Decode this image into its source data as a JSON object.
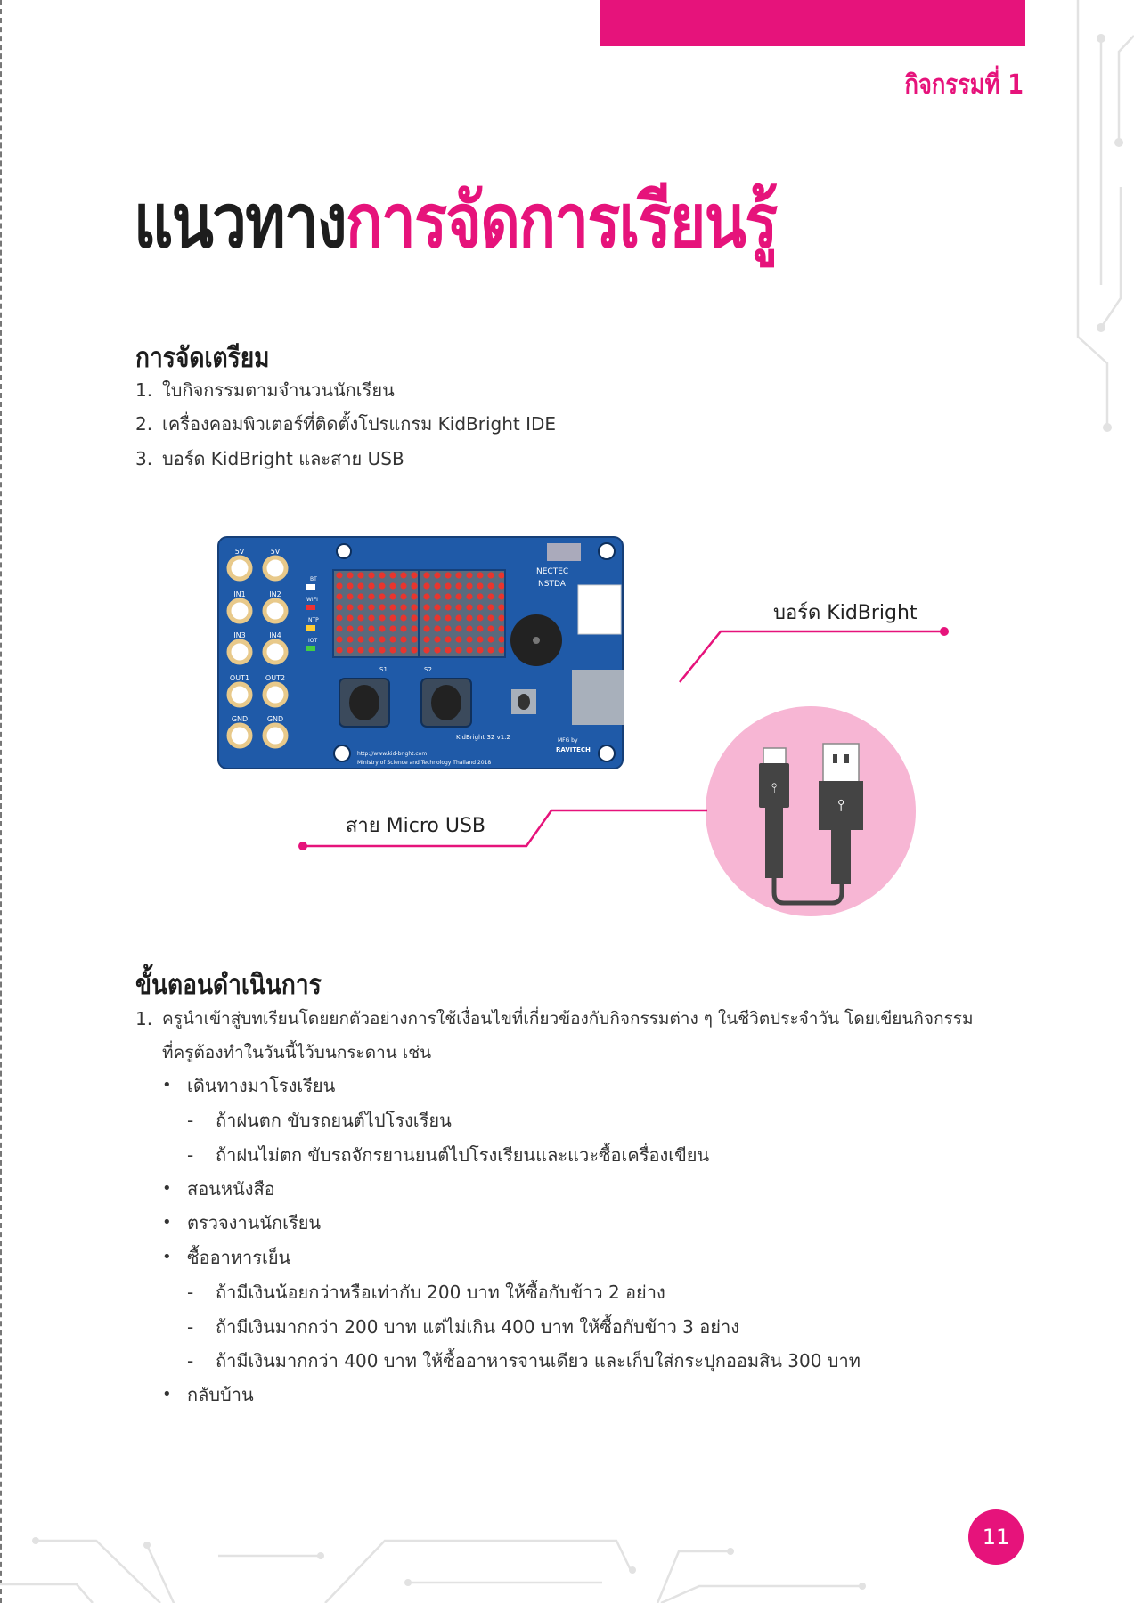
{
  "header": {
    "activity_label": "กิจกรรมที่ 1",
    "accent_color": "#e6137b"
  },
  "title": {
    "part1": "แนวทาง",
    "part2": "การจัดการเรียนรู้"
  },
  "preparation": {
    "heading": "การจัดเตรียม",
    "items": [
      {
        "num": "1.",
        "text": "ใบกิจกรรมตามจำนวนนักเรียน"
      },
      {
        "num": "2.",
        "text": "เครื่องคอมพิวเตอร์ที่ติดตั้งโปรแกรม KidBright IDE"
      },
      {
        "num": "3.",
        "text": "บอร์ด KidBright และสาย USB"
      }
    ]
  },
  "figure": {
    "board_label": "บอร์ด KidBright",
    "cable_label": "สาย Micro USB",
    "board": {
      "pin_labels": [
        "5V",
        "5V",
        "IN1",
        "IN2",
        "IN3",
        "IN4",
        "OUT1",
        "OUT2",
        "GND",
        "GND"
      ],
      "led_labels": [
        "BT",
        "WIFI",
        "NTP",
        "IOT"
      ],
      "brand1": "NECTEC",
      "brand2": "NSTDA",
      "model": "KidBright 32 v1.2",
      "url": "http://www.kid-bright.com",
      "ministry": "Ministry of Science and Technology Thailand 2018",
      "mfg": "MFG by",
      "maker": "RAVITECH",
      "s1": "S1",
      "s2": "S2"
    }
  },
  "procedure": {
    "heading": "ขั้นตอนดำเนินการ",
    "step1_num": "1.",
    "step1_line1": "ครูนำเข้าสู่บทเรียนโดยยกตัวอย่างการใช้เงื่อนไขที่เกี่ยวข้องกับกิจกรรมต่าง ๆ ในชีวิตประจำวัน โดยเขียนกิจกรรม",
    "step1_line2": "ที่ครูต้องทำในวันนี้ไว้บนกระดาน เช่น",
    "lines": [
      {
        "type": "bullet",
        "text": "เดินทางมาโรงเรียน"
      },
      {
        "type": "dash",
        "text": "ถ้าฝนตก ขับรถยนต์ไปโรงเรียน"
      },
      {
        "type": "dash",
        "text": "ถ้าฝนไม่ตก ขับรถจักรยานยนต์ไปโรงเรียนและแวะซื้อเครื่องเขียน"
      },
      {
        "type": "bullet",
        "text": "สอนหนังสือ"
      },
      {
        "type": "bullet",
        "text": "ตรวจงานนักเรียน"
      },
      {
        "type": "bullet",
        "text": "ซื้ออาหารเย็น"
      },
      {
        "type": "dash",
        "text": "ถ้ามีเงินน้อยกว่าหรือเท่ากับ 200 บาท ให้ซื้อกับข้าว 2 อย่าง"
      },
      {
        "type": "dash",
        "text": "ถ้ามีเงินมากกว่า 200 บาท แต่ไม่เกิน 400 บาท ให้ซื้อกับข้าว 3 อย่าง"
      },
      {
        "type": "dash",
        "text": "ถ้ามีเงินมากกว่า 400 บาท ให้ซื้ออาหารจานเดียว และเก็บใส่กระปุกออมสิน 300 บาท"
      },
      {
        "type": "bullet",
        "text": "กลับบ้าน"
      }
    ],
    "bullet_char": "•",
    "dash_char": "-"
  },
  "footer": {
    "page_number": "11"
  }
}
